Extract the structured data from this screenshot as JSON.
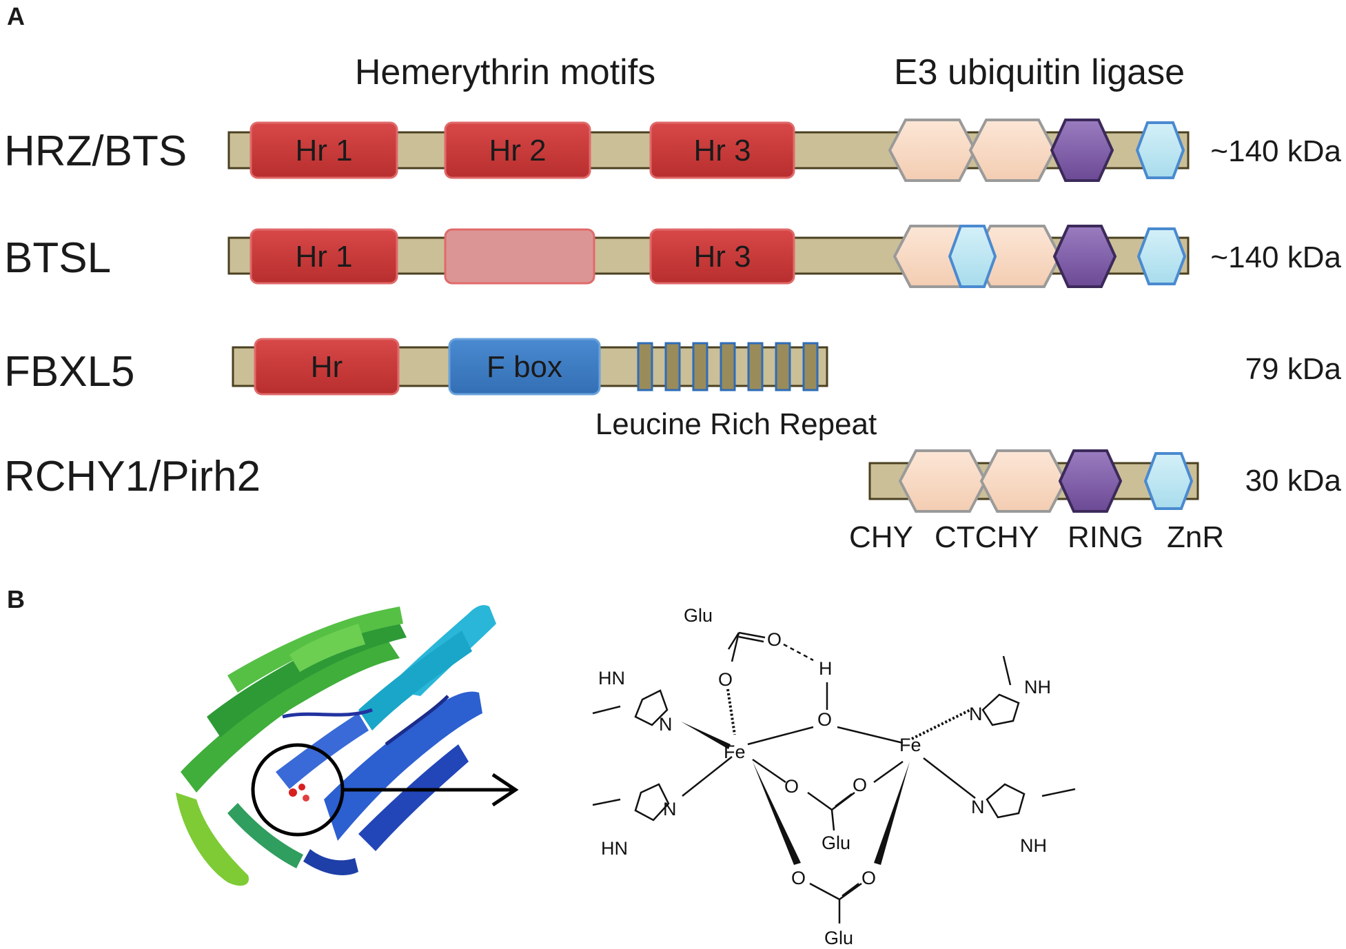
{
  "panels": {
    "a": "A",
    "b": "B"
  },
  "headers": {
    "hemerythrin": "Hemerythrin motifs",
    "e3": "E3 ubiquitin ligase"
  },
  "proteins": [
    {
      "name": "HRZ/BTS",
      "size": "~140 kDa",
      "motifs": [
        "Hr 1",
        "Hr 2",
        "Hr 3"
      ]
    },
    {
      "name": "BTSL",
      "size": "~140 kDa",
      "motifs": [
        "Hr 1",
        "",
        "Hr 3"
      ]
    },
    {
      "name": "FBXL5",
      "size": "79 kDa",
      "motifs": [
        "Hr",
        "F box"
      ]
    },
    {
      "name": "RCHY1/Pirh2",
      "size": "30 kDa"
    }
  ],
  "annotations": {
    "lrr": "Leucine Rich Repeat",
    "domain_legend": [
      "CHY",
      "CTCHY",
      "RING",
      "ZnR"
    ]
  },
  "chemistry": {
    "iron": "Fe",
    "glutamate": "Glu",
    "oxygen": "O",
    "hydrogen": "H",
    "nitrogen": "N",
    "amine": "NH",
    "amine_hn": "HN"
  },
  "colors": {
    "backbone": "#cbbf98",
    "hr_red": "#cc3a3a",
    "hr_faded": "#dc9595",
    "fbox_blue": "#3f7fc6",
    "chy_peach": "#f8d8c0",
    "ring_purple": "#7d5aa5",
    "znr_blue": "#bfe6f2",
    "lrr_olive": "#9a8b5a"
  },
  "icons": {
    "structure": "protein-ribbon-icon",
    "magnifier": "focus-circle-icon",
    "pointer": "arrow-right-icon"
  }
}
